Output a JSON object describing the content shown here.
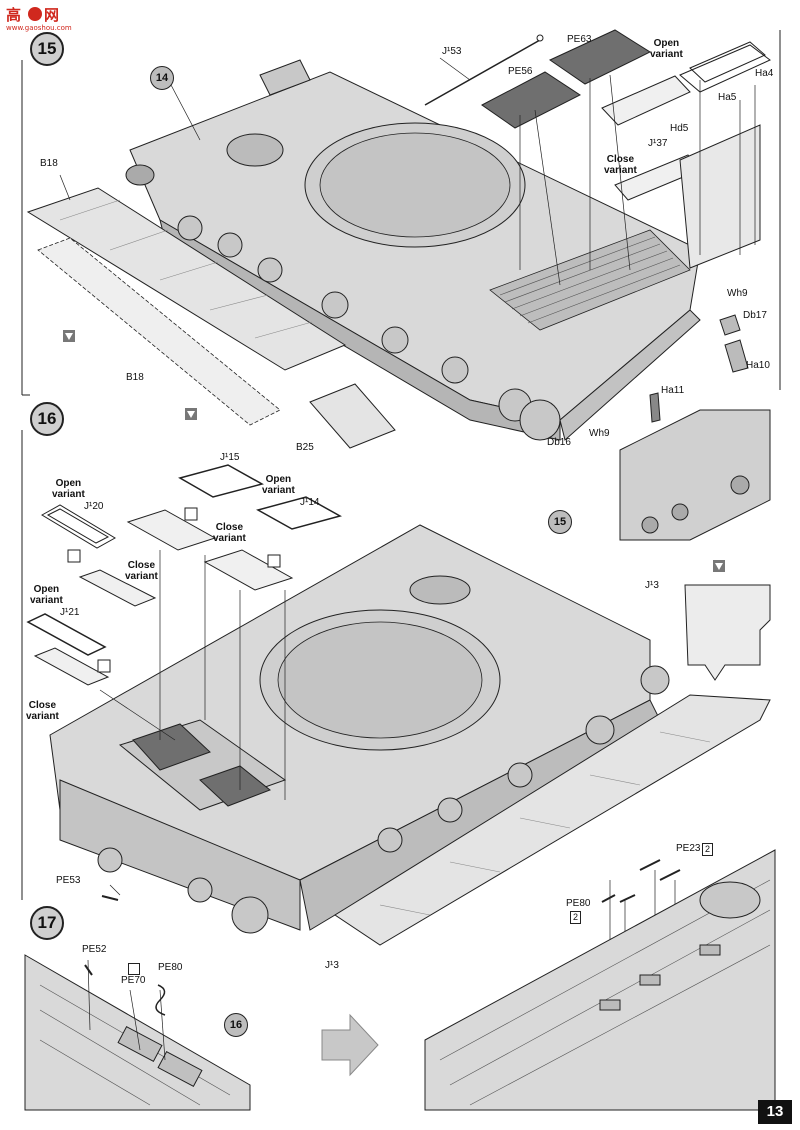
{
  "page": {
    "number": "13",
    "watermark": "高手网 www.gaoshou.com"
  },
  "steps": [
    {
      "number": "15"
    },
    {
      "number": "16"
    },
    {
      "number": "17"
    }
  ],
  "step15": {
    "ref_step": "14",
    "labels": {
      "j53": "J¹53",
      "pe63": "PE63",
      "pe56": "PE56",
      "open_variant": "Open\nvariant",
      "close_variant": "Close\nvariant",
      "j37": "J¹37",
      "hd5": "Hd5",
      "ha5": "Ha5",
      "ha4": "Ha4",
      "b18_top": "B18",
      "b18_bottom": "B18",
      "b25": "B25",
      "wh9_right": "Wh9",
      "db17": "Db17",
      "ha10": "Ha10",
      "ha11": "Ha11",
      "db16": "Db16",
      "wh9_bottom": "Wh9"
    }
  },
  "step16": {
    "ref_step": "15",
    "labels": {
      "j15": "J¹15",
      "open_variant_top_left": "Open\nvariant",
      "j20": "J¹20",
      "open_variant_top_right": "Open\nvariant",
      "j14": "J¹14",
      "close_variant_left": "Close\nvariant",
      "close_variant_mid": "Close\nvariant",
      "open_variant_left": "Open\nvariant",
      "j21": "J¹21",
      "close_variant_bottom": "Close\nvariant",
      "j3_top": "J¹3",
      "j3_bottom": "J¹3",
      "pe53": "PE53",
      "pe23": "PE23",
      "pe23_qty": "2",
      "pe80": "PE80",
      "pe80_qty": "2"
    }
  },
  "step17": {
    "ref_step": "16",
    "labels": {
      "pe52": "PE52",
      "pe70": "PE70",
      "pe80": "PE80"
    }
  },
  "colors": {
    "hull": "#d9d9d9",
    "hull_dark": "#a8a8a8",
    "pe_part": "#6f6f6f",
    "line": "#222222",
    "watermark_red": "#d0281e"
  }
}
